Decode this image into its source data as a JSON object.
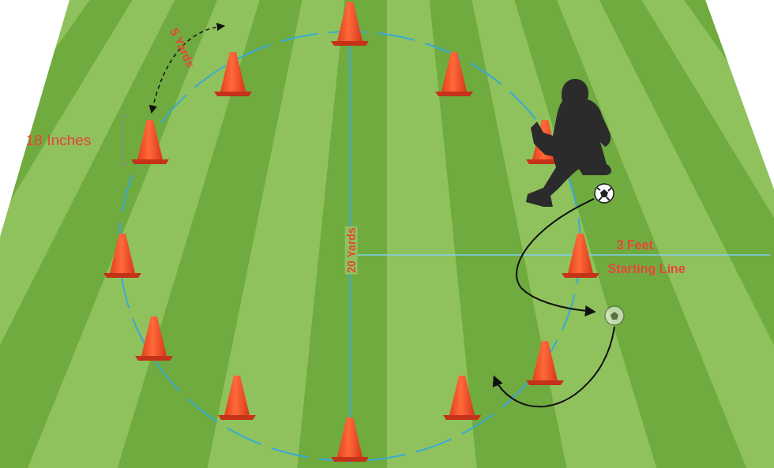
{
  "diagram": {
    "labels": [
      "5 Yards",
      "18 Inches",
      "20 Yards",
      "3 Feet",
      "Starting Line"
    ]
  }
}
